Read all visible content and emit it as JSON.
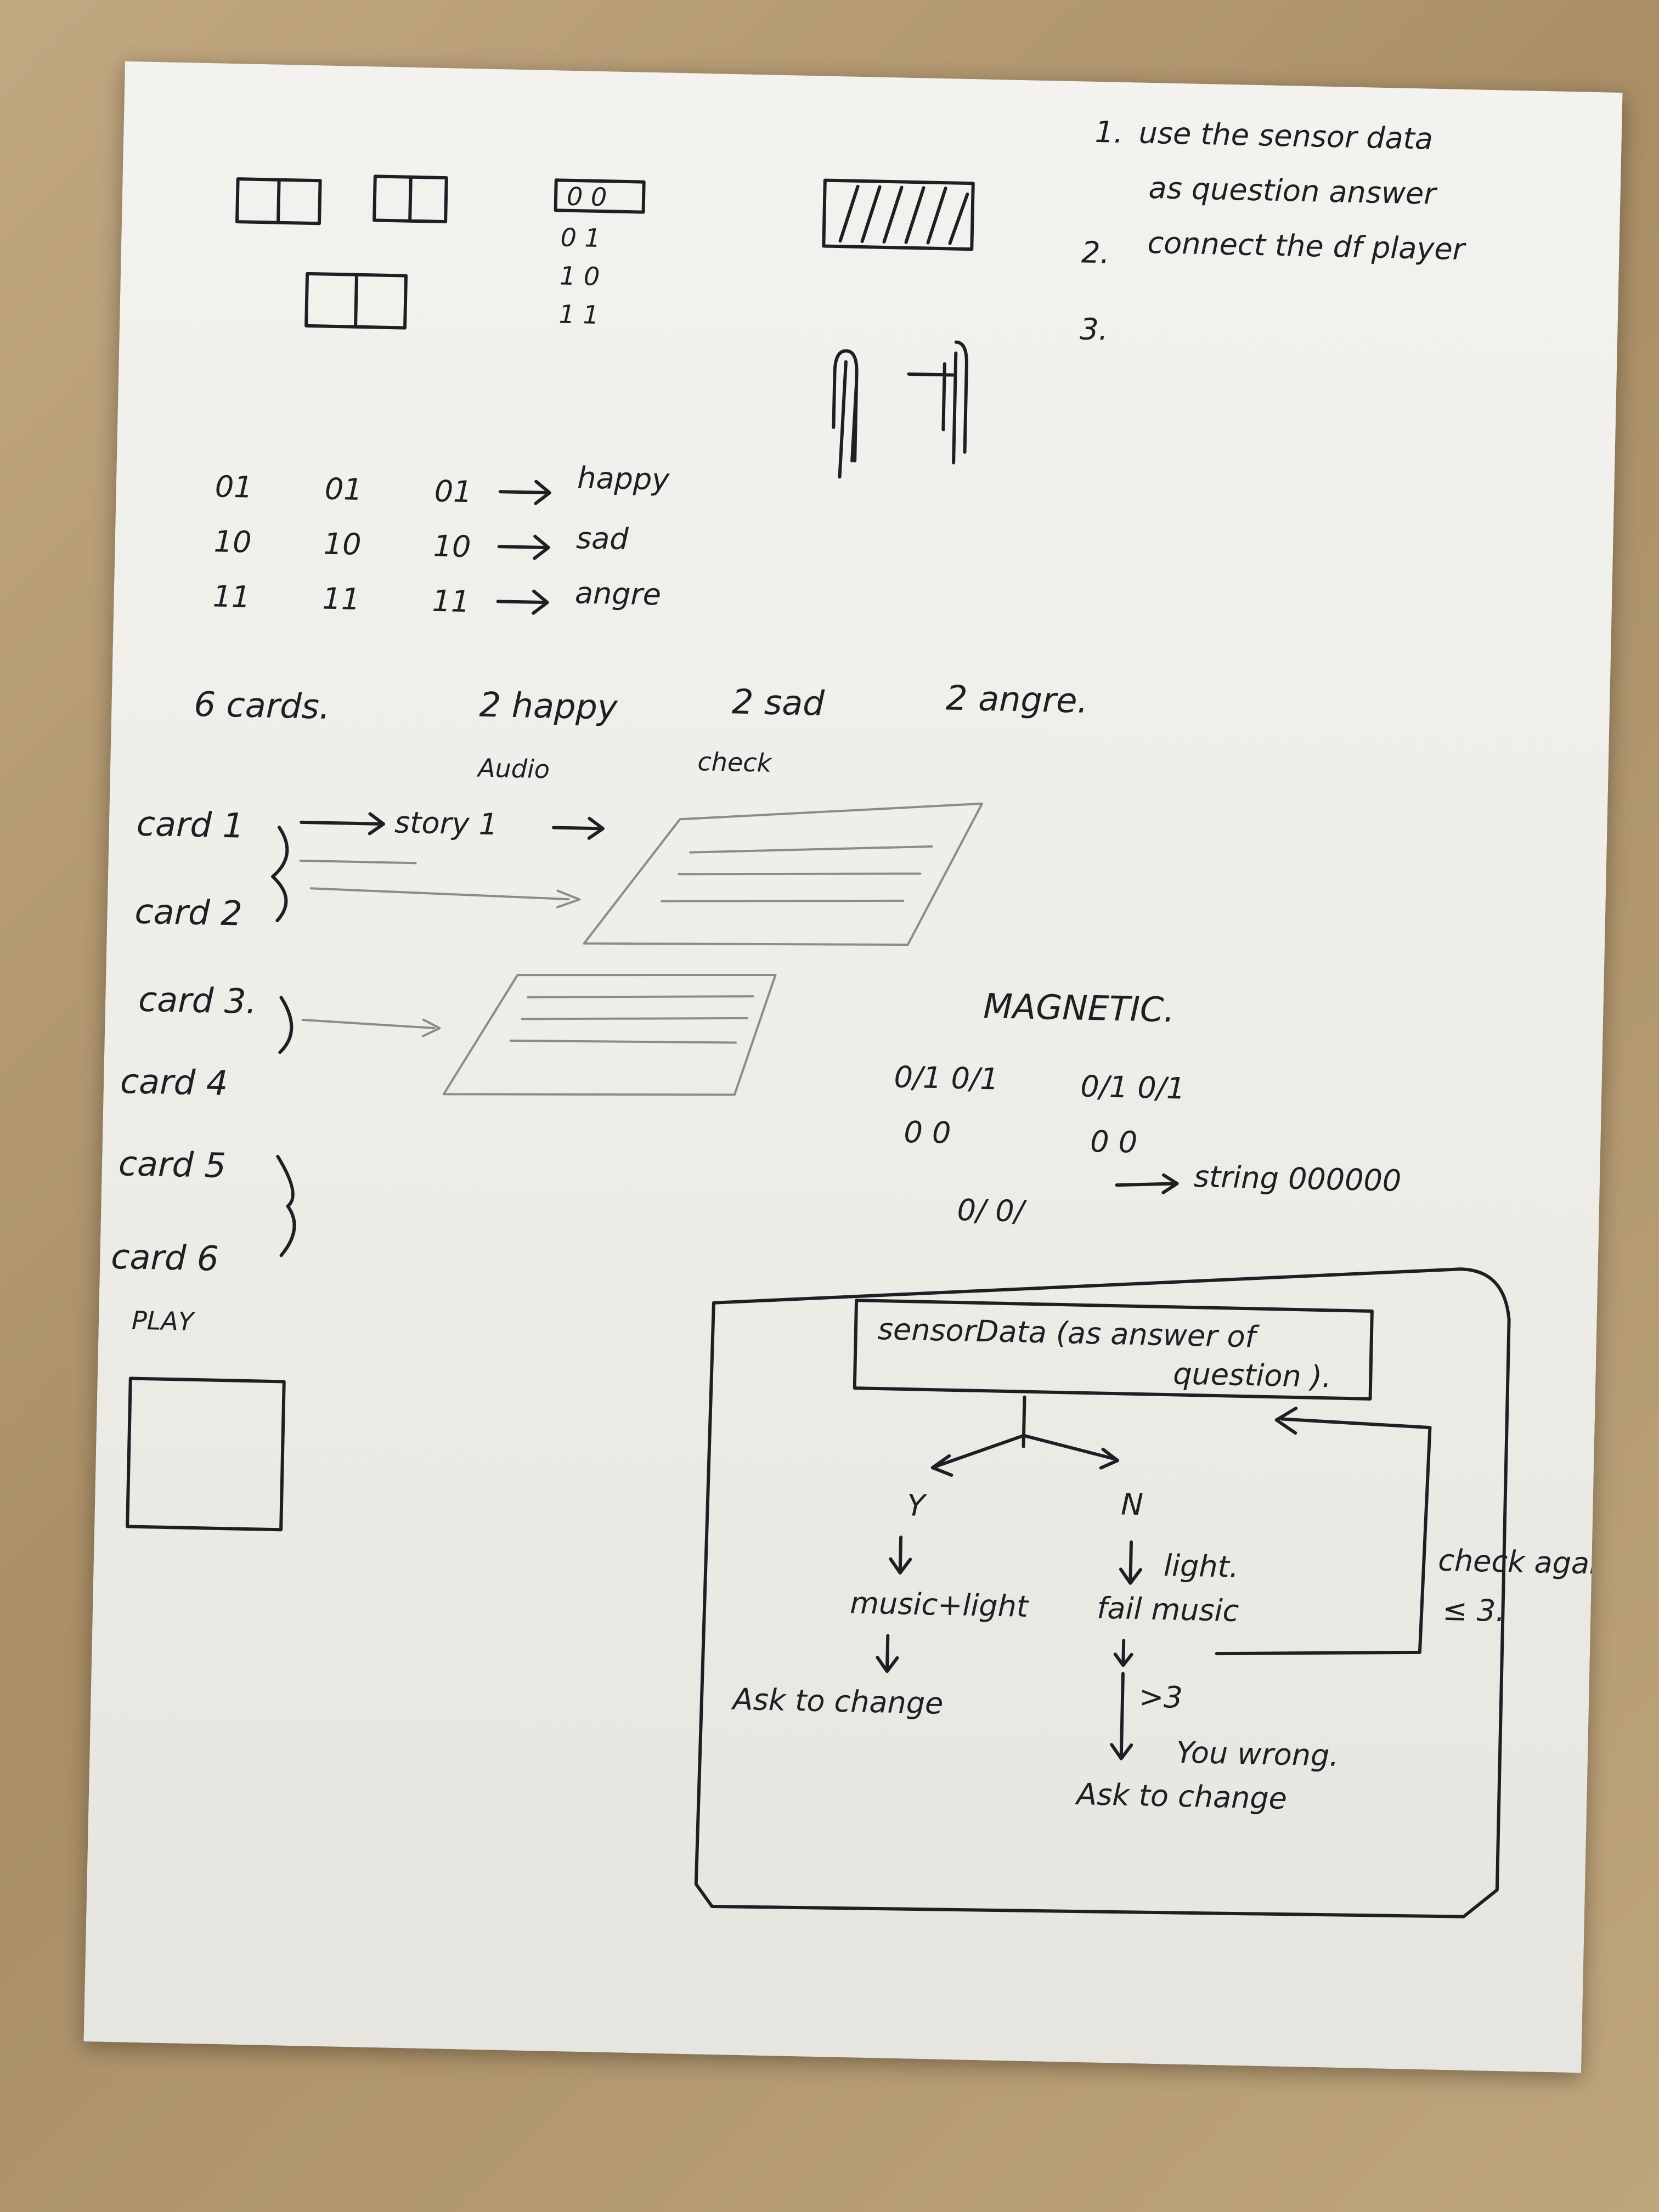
{
  "notes": {
    "todo": {
      "item1_num": "1.",
      "item1_line1": "use the sensor data",
      "item1_line2": "as question answer",
      "item2_num": "2.",
      "item2_text": "connect the df player",
      "item3_num": "3."
    },
    "binary_table": {
      "row1": [
        "01",
        "01",
        "01"
      ],
      "row1_label": "happy",
      "row2": [
        "10",
        "10",
        "10"
      ],
      "row2_label": "sad",
      "row3": [
        "11",
        "11",
        "11"
      ],
      "row3_label": "angre"
    },
    "sensor_sketch": {
      "header": "0 0",
      "r1": "0 1",
      "r2": "1 0",
      "r3": "1 1"
    },
    "card_count": "6 cards.",
    "card_split": [
      "2 happy",
      "2 sad",
      "2 angre."
    ],
    "audio_label": "Audio",
    "check_label": "check",
    "story_label": "story 1",
    "cards": [
      "card 1",
      "card 2",
      "card 3.",
      "card 4",
      "card 5",
      "card 6"
    ],
    "play_label": "PLAY",
    "magnetic_label": "MAGNETIC.",
    "magnet_codes_left": "0/1 0/1",
    "magnet_codes_right": "0/1 0/1",
    "circles_left": "0 0",
    "circles_right": "0 0",
    "string_label": "string 000000",
    "small_codes": "0/ 0/",
    "flowchart": {
      "sensor_box_line1": "sensorData (as answer of",
      "sensor_box_line2": "question ).",
      "yes": "Y",
      "no": "N",
      "yes_action": "music+light",
      "no_light": "light.",
      "no_action": "fail music",
      "check_again": "check again",
      "check_limit": "≤ 3.",
      "ask_change_left": "Ask to change",
      "over_three": ">3",
      "you_wrong": "You wrong.",
      "ask_change_right": "Ask to change"
    }
  }
}
